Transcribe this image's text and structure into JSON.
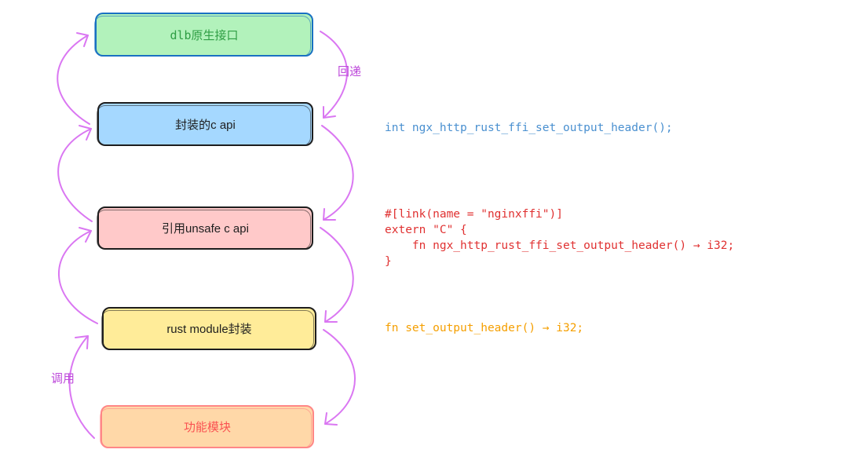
{
  "boxes": {
    "native": "dlb原生接口",
    "c_api": "封装的c api",
    "unsafe": "引用unsafe c api",
    "module": "rust module封装",
    "feature": "功能模块"
  },
  "labels": {
    "callback": "回递",
    "call": "调用"
  },
  "code": {
    "c_decl": "int ngx_http_rust_ffi_set_output_header();",
    "extern_block": "#[link(name = \"nginxffi\")]\nextern \"C\" {\n    fn ngx_http_rust_ffi_set_output_header() → i32;\n}",
    "rust_fn": "fn set_output_header() → i32;"
  },
  "colors": {
    "arrow": "#da77f2",
    "green_fill": "#b2f2bb",
    "blue_fill": "#a5d8ff",
    "red_fill": "#ffc9c9",
    "yellow_fill": "#ffec99",
    "orange_fill": "#ffd8a8"
  }
}
